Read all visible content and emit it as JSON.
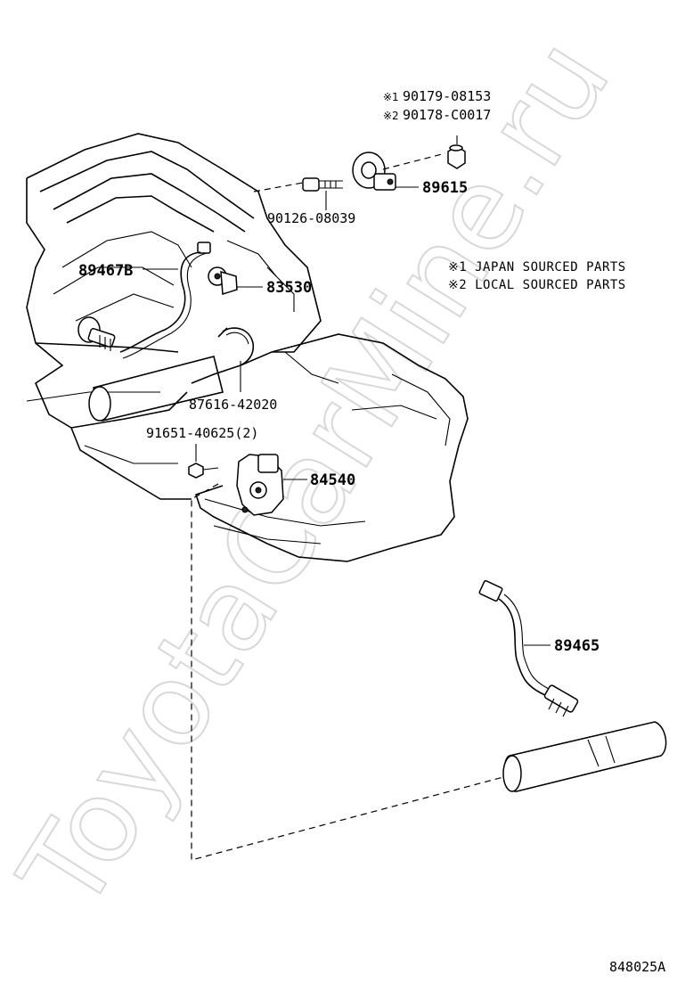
{
  "watermark": "ToyotaCarMine.ru",
  "parts": {
    "note1_part": "90179-08153",
    "note2_part": "90178-C0017",
    "knock_sensor": "89615",
    "stud_bolt": "90126-08039",
    "oxygen_sensor_b": "89467B",
    "oil_pressure_switch": "83530",
    "clamp": "87616-42020",
    "bolt": "91651-40625(2)",
    "neutral_switch": "84540",
    "oxygen_sensor": "89465"
  },
  "marks": {
    "note1": "※1",
    "note2": "※2"
  },
  "legend": {
    "line1": "※1 JAPAN SOURCED PARTS",
    "line2": "※2 LOCAL SOURCED PARTS"
  },
  "diagram_code": "848025A",
  "colors": {
    "line": "#000000",
    "background": "#ffffff",
    "watermark": "#d8d8d8"
  }
}
